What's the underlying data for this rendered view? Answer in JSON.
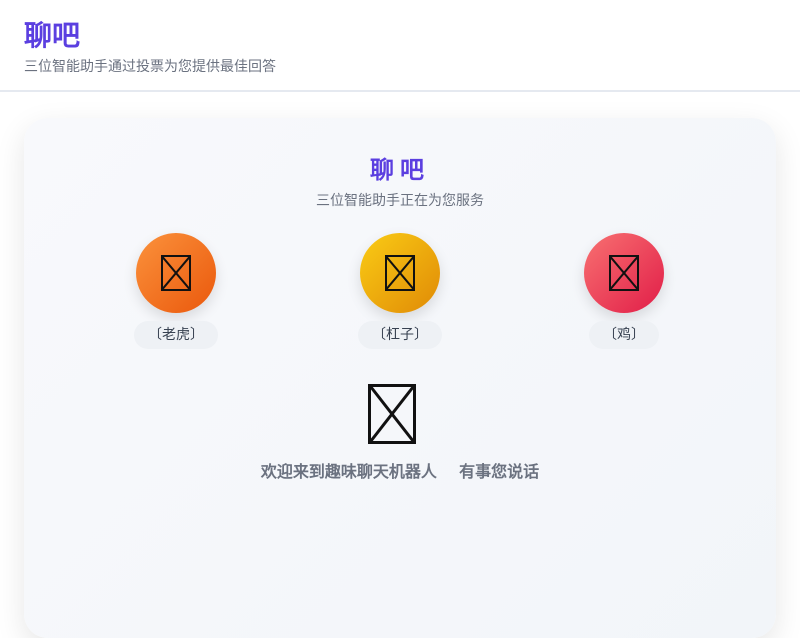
{
  "header": {
    "title": "聊吧",
    "subtitle": "三位智能助手通过投票为您提供最佳回答"
  },
  "card": {
    "title": "聊吧",
    "subtitle": "三位智能助手正在为您服务"
  },
  "bots": [
    {
      "name": "〔老虎〕",
      "icon": "tiger-emoji-icon",
      "gradient": [
        "#fb923c",
        "#ea580c"
      ]
    },
    {
      "name": "〔杠子〕",
      "icon": "stick-emoji-icon",
      "gradient": [
        "#facc15",
        "#e08a06"
      ]
    },
    {
      "name": "〔鸡〕",
      "icon": "chicken-emoji-icon",
      "gradient": [
        "#f87171",
        "#e11d48"
      ]
    }
  ],
  "welcome": {
    "icon": "robot-emoji-icon",
    "text": "欢迎来到趣味聊天机器人    有事您说话"
  },
  "colors": {
    "brand": "#5b3fe0",
    "muted_text": "#6b7280"
  }
}
